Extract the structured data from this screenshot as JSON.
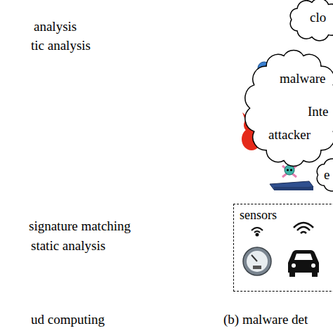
{
  "diagram": {
    "caption": "(b) malware det",
    "nodes": [
      {
        "text": [
          "clo"
        ]
      },
      {
        "text": [
          "Inte"
        ]
      },
      {
        "text": [
          "e"
        ]
      },
      {
        "text": [
          "sensors"
        ]
      }
    ],
    "labels": [
      "analysis",
      "tic analysis",
      "signature matching",
      "static analysis",
      "ud computing",
      "malware",
      "attacker"
    ]
  }
}
